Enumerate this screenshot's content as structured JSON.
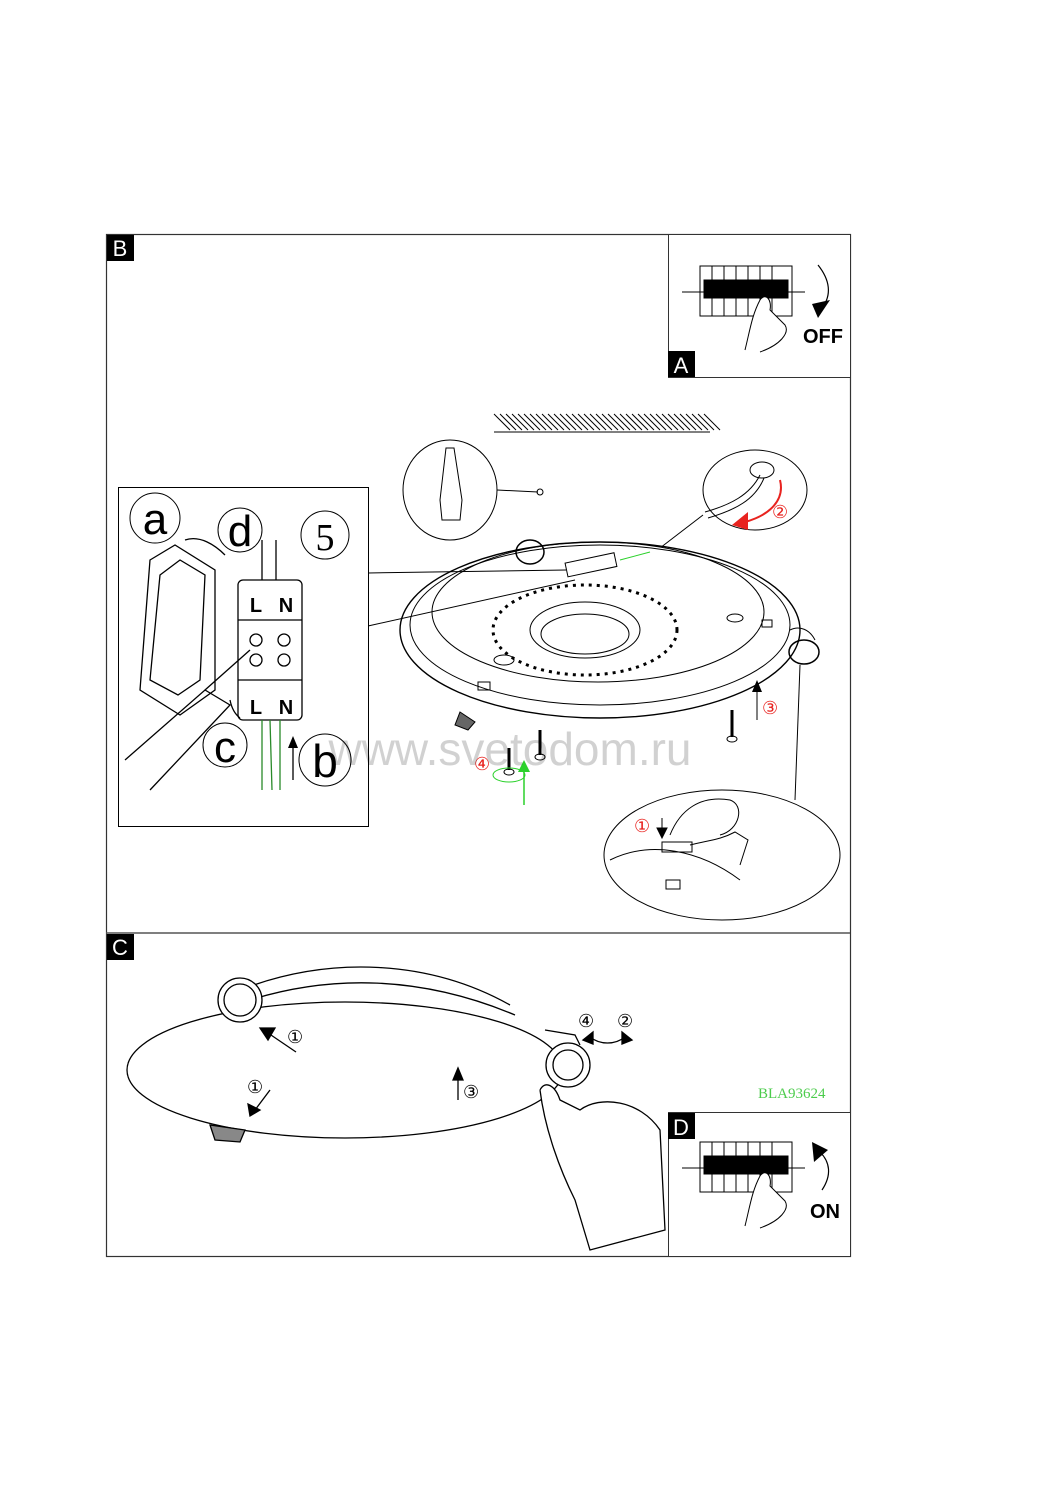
{
  "panels": {
    "b": {
      "label": "B"
    },
    "a": {
      "label": "A",
      "switch_text": "OFF"
    },
    "c": {
      "label": "C"
    },
    "d": {
      "label": "D",
      "switch_text": "ON"
    }
  },
  "wiring_inset": {
    "step_a": "a",
    "step_b": "b",
    "step_c": "c",
    "step_d": "d",
    "step_number": "5",
    "live_top": "L",
    "neutral_top": "N",
    "live_bottom": "L",
    "neutral_bottom": "N"
  },
  "steps_b": {
    "s1": "①",
    "s2": "②",
    "s3": "③",
    "s4": "④"
  },
  "steps_c": {
    "s1a": "①",
    "s1b": "①",
    "s2": "②",
    "s3": "③",
    "s4": "④"
  },
  "watermark": "www.svetodom.ru",
  "product_code": "BLA93624",
  "colors": {
    "red": "#e8231f",
    "green": "#2bd12b",
    "code_green": "#4ccc4c"
  }
}
